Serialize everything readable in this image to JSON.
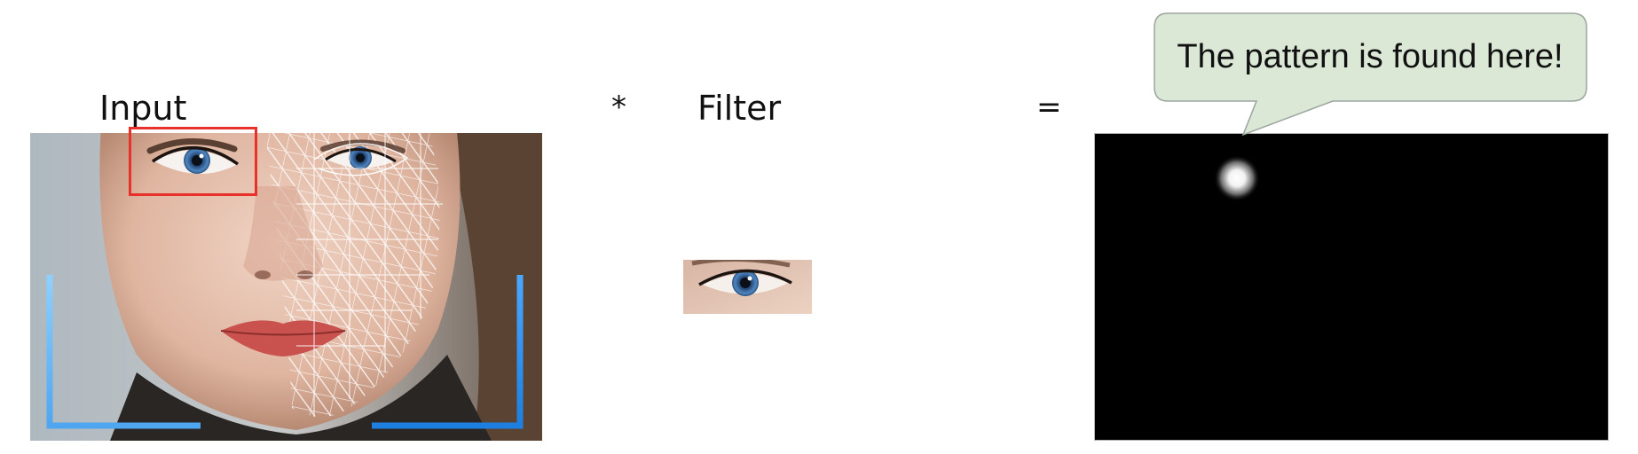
{
  "labels": {
    "input": "Input",
    "filter": "Filter",
    "multiply": "*",
    "equals": "="
  },
  "callout": {
    "text": "The pattern is found here!"
  },
  "colors": {
    "detection_box": "#e8312b",
    "bracket_light": "#7cc4ff",
    "bracket_dark": "#2a8de8",
    "callout_fill": "#dbe8d6",
    "callout_stroke": "#9aa5a0",
    "output_bg": "#000000"
  },
  "icons": {
    "face_image": "face-photo-with-mesh",
    "eye_patch": "eye-crop-icon",
    "response_map": "bright-spot-icon"
  }
}
